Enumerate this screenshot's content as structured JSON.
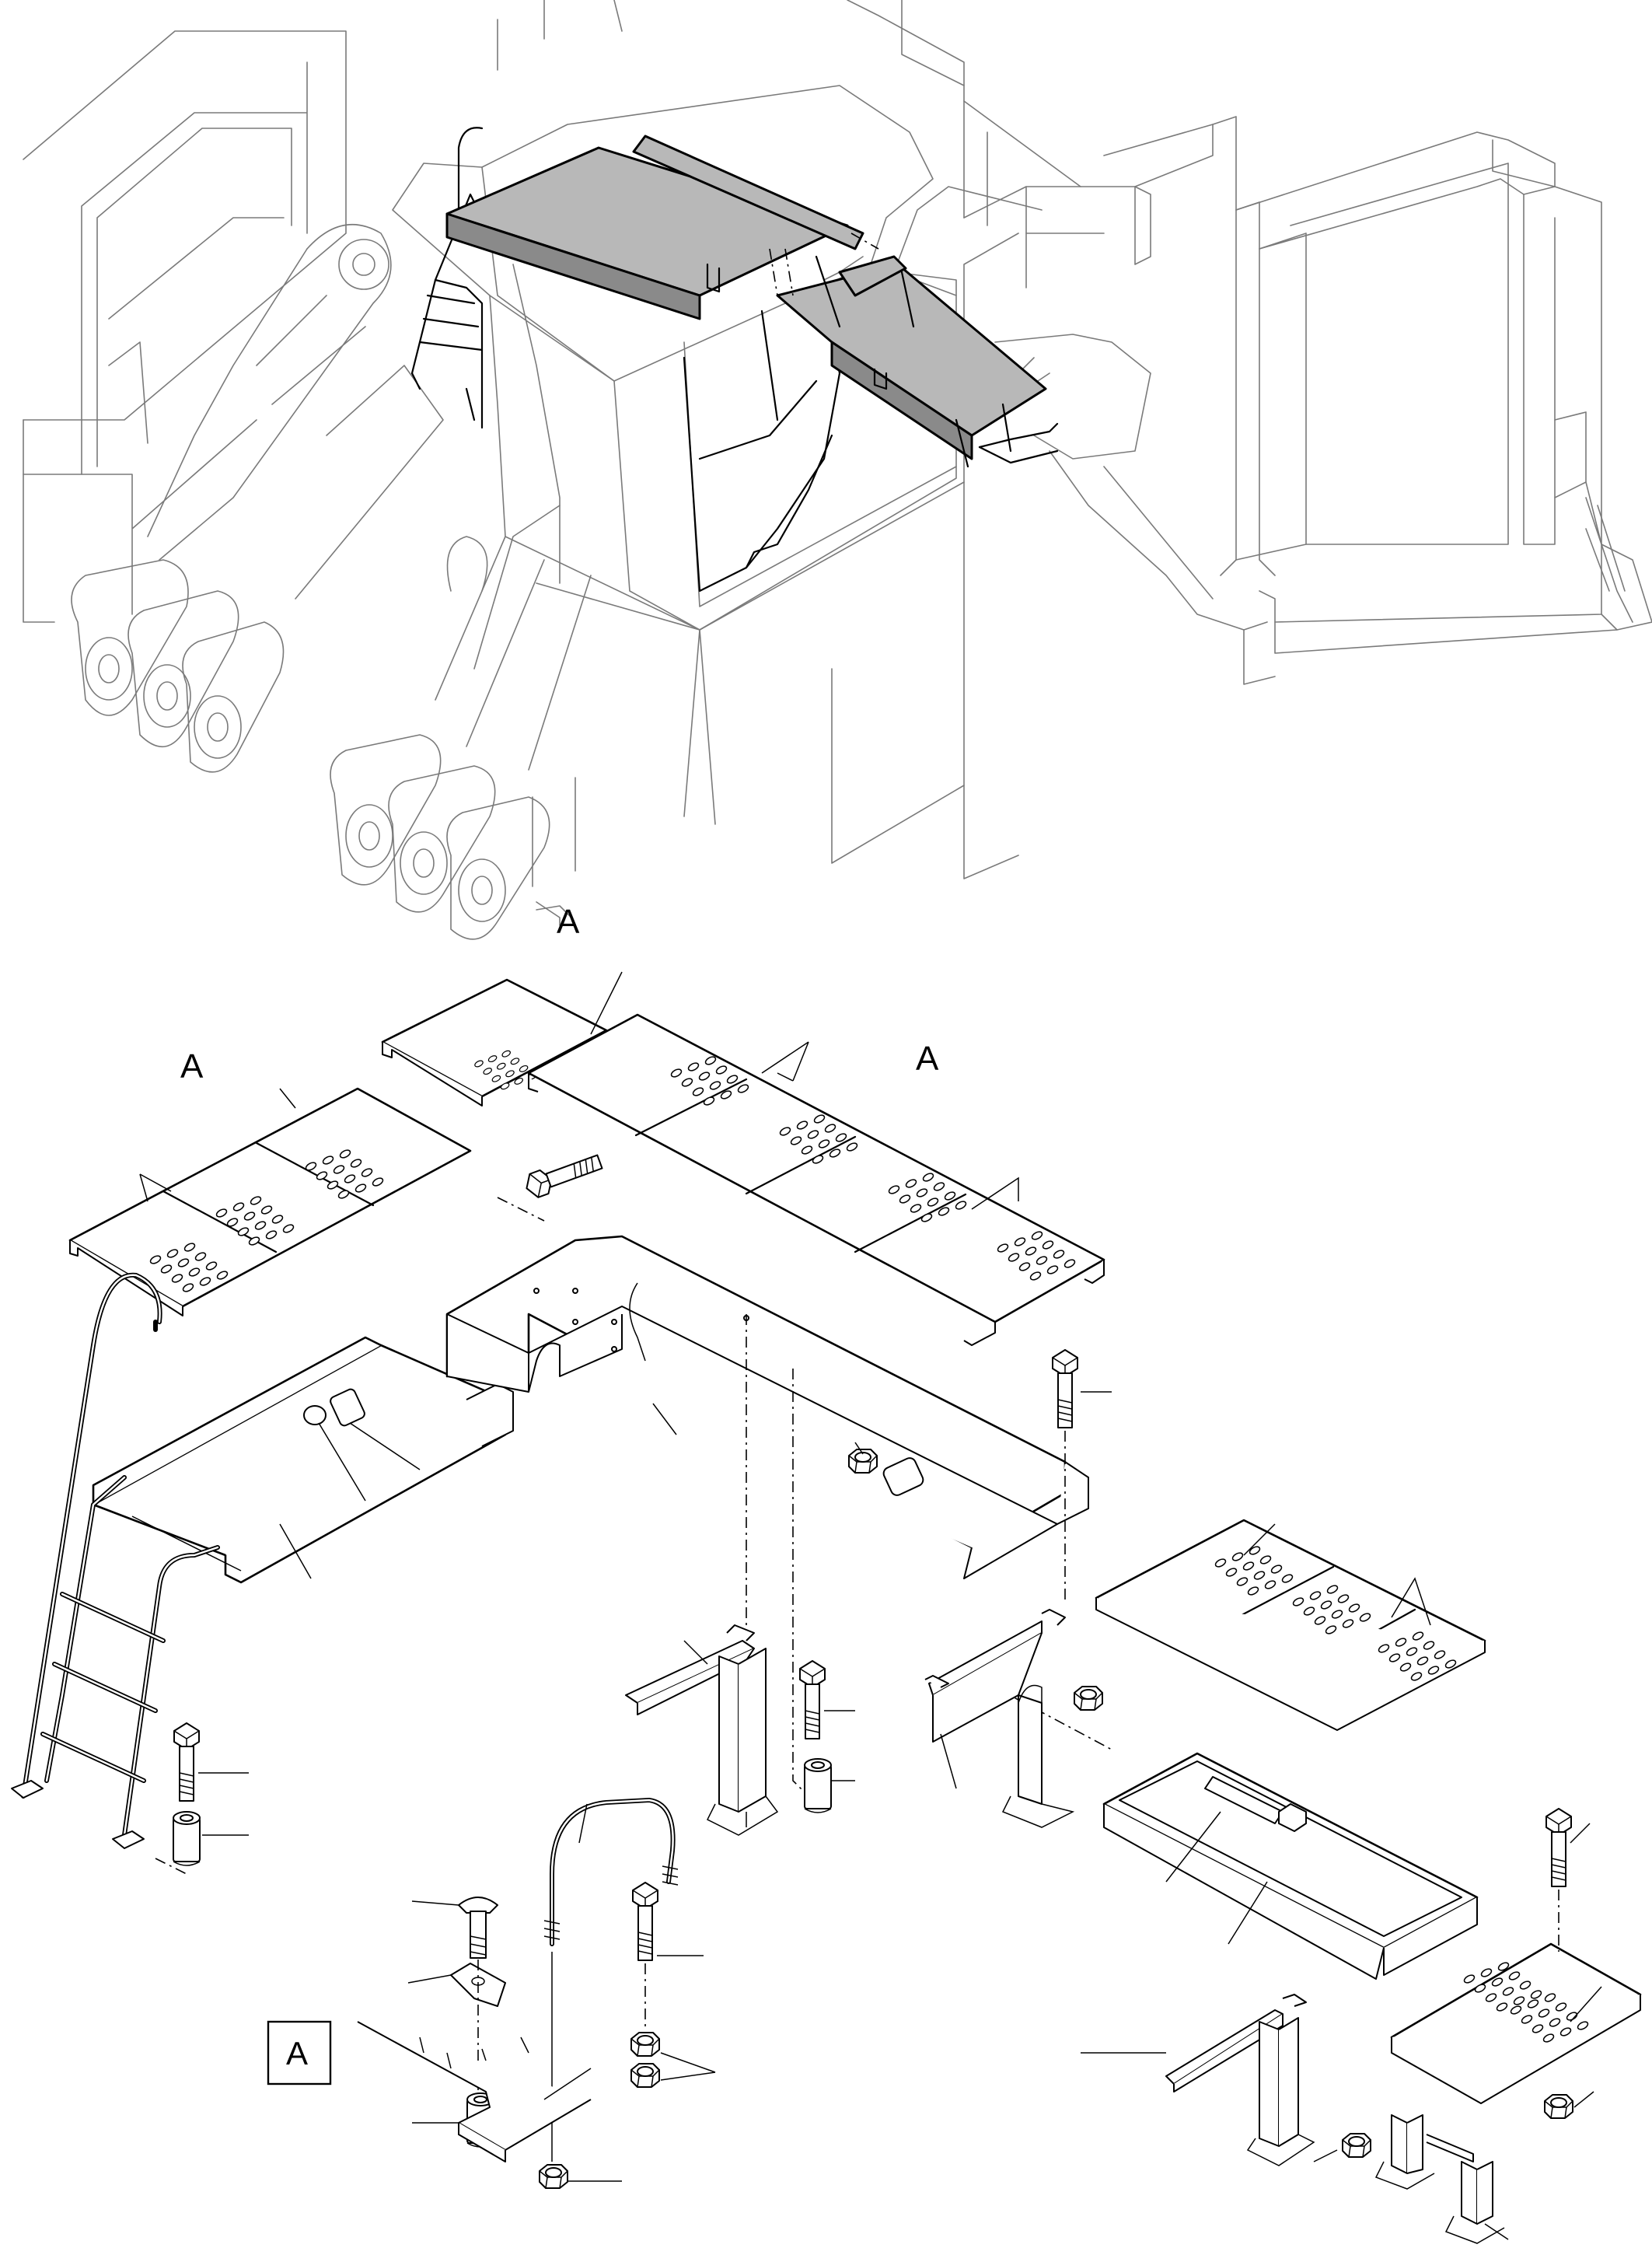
{
  "labels": {
    "view_marker": "A",
    "detail_left": "A",
    "detail_right": "A",
    "detail_box": "A"
  },
  "colors": {
    "line": "#000000",
    "machine_outline": "#7a7a7a",
    "highlight_fill": "#b8b8b8",
    "background": "#ffffff"
  }
}
